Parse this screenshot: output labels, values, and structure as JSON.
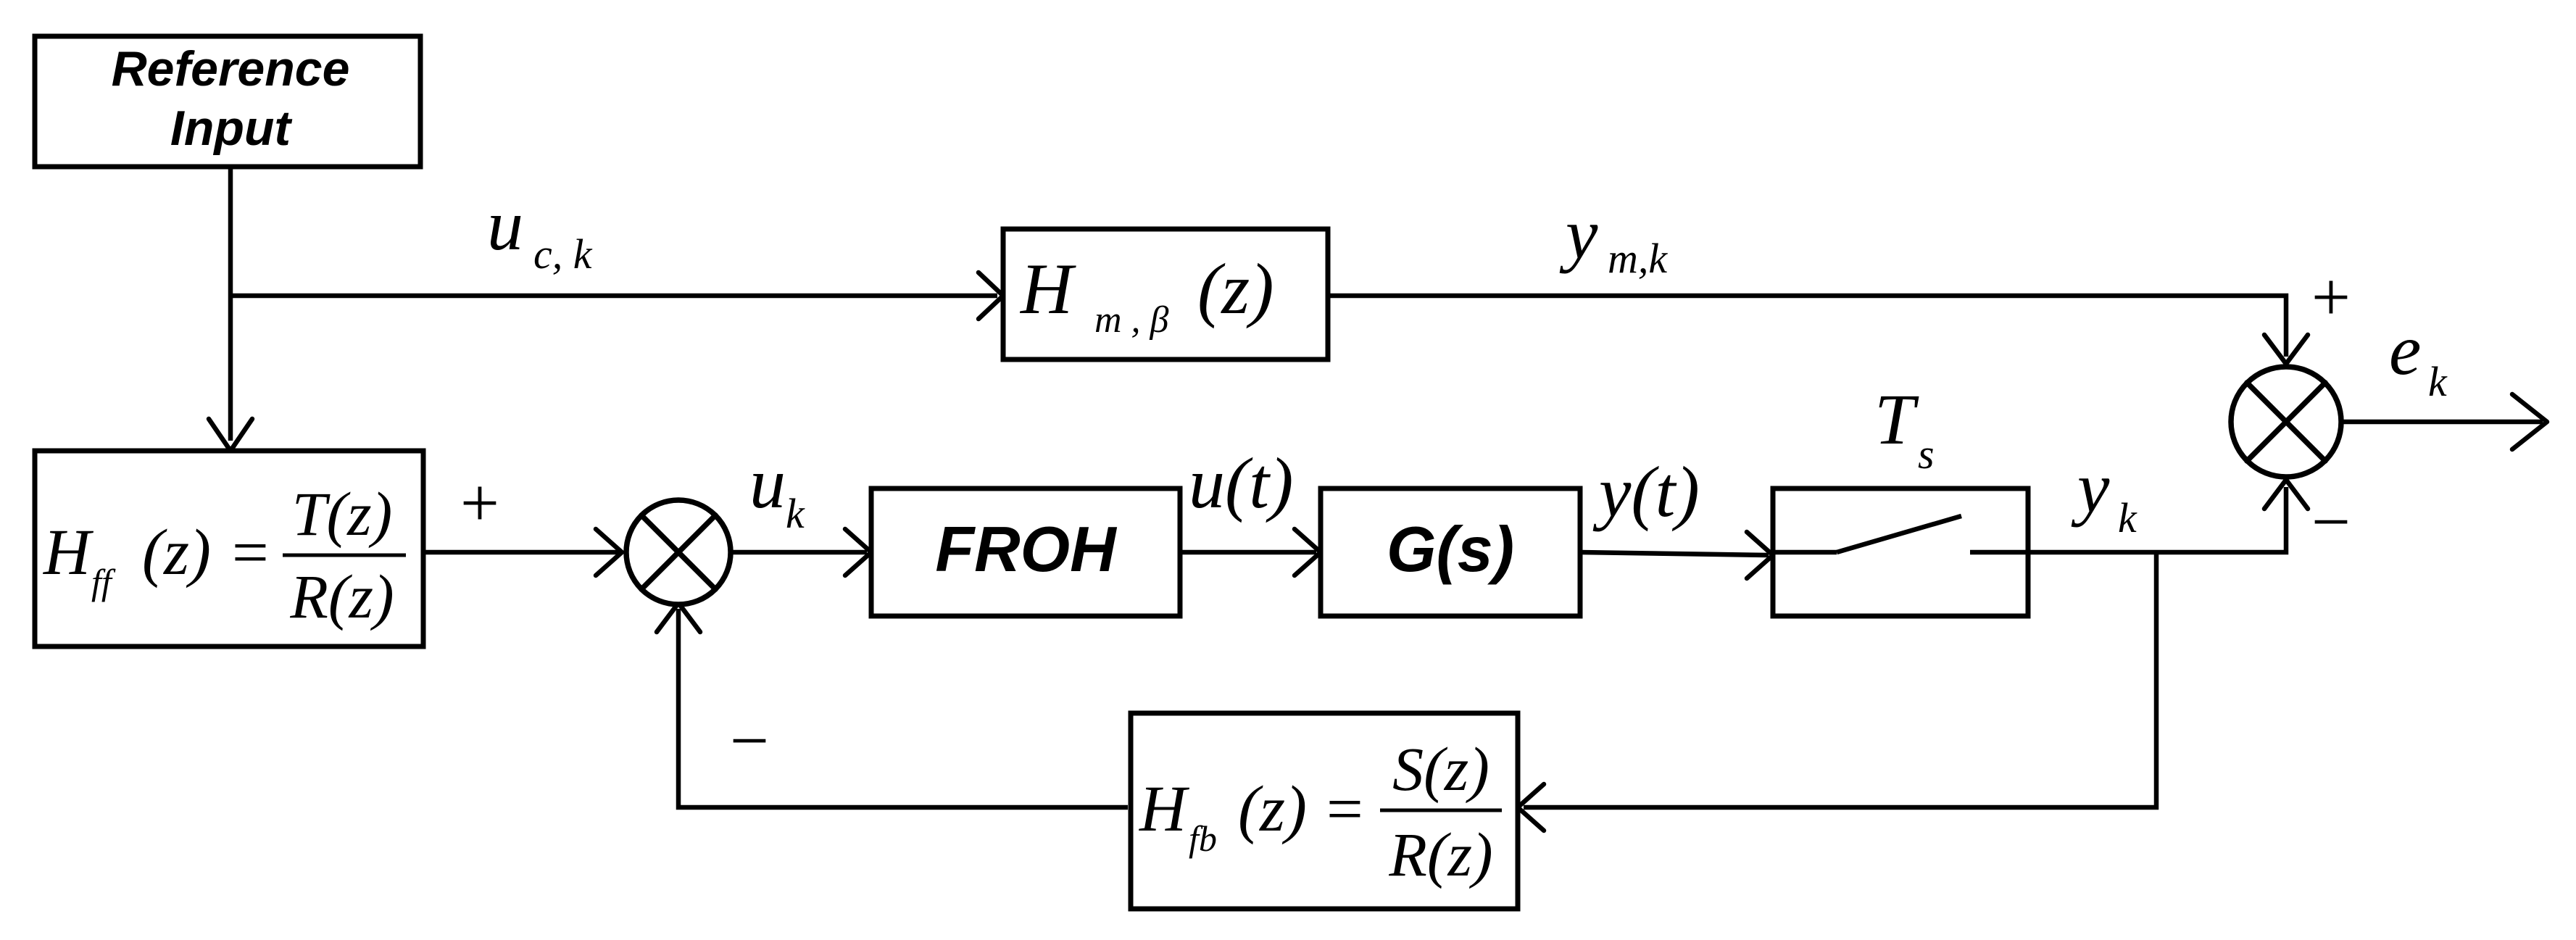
{
  "blocks": {
    "reference_input": {
      "line1": "Reference",
      "line2": "Input"
    },
    "model": {
      "func": "H",
      "sub": "m , β",
      "arg": "(z)"
    },
    "feedforward": {
      "func": "H",
      "sub": "ff",
      "arg": "(z)",
      "eq": "=",
      "num": "T(z)",
      "den": "R(z)"
    },
    "froh": {
      "label": "FROH"
    },
    "plant": {
      "label": "G(s)"
    },
    "feedback": {
      "func": "H",
      "sub": "fb",
      "arg": "(z)",
      "eq": "=",
      "num": "S(z)",
      "den": "R(z)"
    },
    "sampler": {
      "label": "T",
      "sub": "s"
    }
  },
  "signals": {
    "uc": {
      "main": "u",
      "sub": "c, k"
    },
    "ym": {
      "main": "y",
      "sub": "m,k"
    },
    "uk": {
      "main": "u",
      "sub": "k"
    },
    "ut": {
      "label": "u(t)"
    },
    "yt": {
      "label": "y(t)"
    },
    "yk": {
      "main": "y",
      "sub": "k"
    },
    "ek": {
      "main": "e",
      "sub": "k"
    }
  },
  "signs": {
    "sum1_plus": "+",
    "sum1_minus": "−",
    "sum2_plus": "+",
    "sum2_minus": "−"
  }
}
